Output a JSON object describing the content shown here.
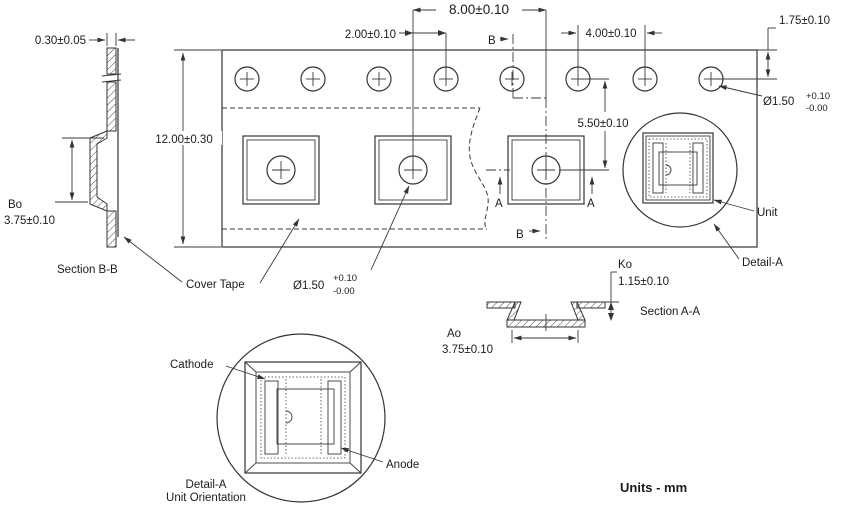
{
  "notes": {
    "units": "Units - mm"
  },
  "dims": {
    "pocket_pitch": "8.00±0.10",
    "pocket_to_hole": "2.00±0.10",
    "hole_pitch": "4.00±0.10",
    "edge_offset": "1.75±0.10",
    "tape_width": "12.00±0.30",
    "hole_to_pocket": "5.50±0.10",
    "tape_thickness": "0.30±0.05",
    "hole_dia": {
      "value": "Ø1.50",
      "plus": "+0.10",
      "minus": "-0.00"
    },
    "pocket_dia": {
      "value": "Ø1.50",
      "plus": "+0.10",
      "minus": "-0.00"
    },
    "bo": {
      "label": "Bo",
      "value": "3.75±0.10"
    },
    "ao": {
      "label": "Ao",
      "value": "3.75±0.10"
    },
    "ko": {
      "label": "Ko",
      "value": "1.15±0.10"
    }
  },
  "labels": {
    "section_bb": "Section B-B",
    "section_aa": "Section A-A",
    "cover_tape": "Cover Tape",
    "unit": "Unit",
    "detail_a": "Detail-A",
    "cathode": "Cathode",
    "anode": "Anode",
    "detail_caption_1": "Detail-A",
    "detail_caption_2": "Unit Orientation",
    "marker_a": "A",
    "marker_b": "B"
  }
}
